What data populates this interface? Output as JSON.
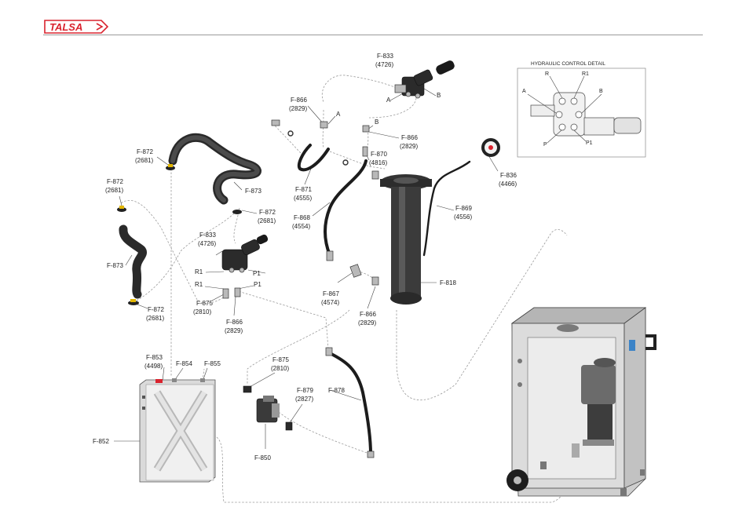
{
  "brand": {
    "logo_text": "TALSA"
  },
  "detail": {
    "title": "HYDRAULIC CONTROL DETAIL",
    "ports": {
      "r": "R",
      "r1": "R1",
      "a": "A",
      "b": "B",
      "p": "P",
      "p1": "P1"
    }
  },
  "labels": {
    "f833_top": {
      "code": "F-833",
      "sub": "(4726)"
    },
    "a_top": "A",
    "b_top": "B",
    "f866_a": {
      "code": "F-866",
      "sub": "(2829)"
    },
    "a_small": "A",
    "b_small": "B",
    "f866_b": {
      "code": "F-866",
      "sub": "(2829)"
    },
    "f870": {
      "code": "F-870",
      "sub": "(4816)"
    },
    "f871": {
      "code": "F-871",
      "sub": "(4555)"
    },
    "f836": {
      "code": "F-836",
      "sub": "(4466)"
    },
    "f872_a": {
      "code": "F-872",
      "sub": "(2681)"
    },
    "f873_a": "F-873",
    "f872_b": {
      "code": "F-872",
      "sub": "(2681)"
    },
    "f872_c": {
      "code": "F-872",
      "sub": "(2681)"
    },
    "f868": {
      "code": "F-868",
      "sub": "(4554)"
    },
    "f869": {
      "code": "F-869",
      "sub": "(4556)"
    },
    "f873_b": "F-873",
    "f833_mid": {
      "code": "F-833",
      "sub": "(4726)"
    },
    "r1_a": "R1",
    "p1_a": "P1",
    "r1_b": "R1",
    "p1_b": "P1",
    "f818": "F-818",
    "f875_a": {
      "code": "F-875",
      "sub": "(2810)"
    },
    "f866_c": {
      "code": "F-866",
      "sub": "(2829)"
    },
    "f867": {
      "code": "F-867",
      "sub": "(4574)"
    },
    "f866_d": {
      "code": "F-866",
      "sub": "(2829)"
    },
    "f872_d": {
      "code": "F-872",
      "sub": "(2681)"
    },
    "f853": {
      "code": "F-853",
      "sub": "(4498)"
    },
    "f854": "F-854",
    "f855": "F-855",
    "f875_b": {
      "code": "F-875",
      "sub": "(2810)"
    },
    "f879": {
      "code": "F-879",
      "sub": "(2827)"
    },
    "f878": "F-878",
    "f852": "F-852",
    "f850": "F-850"
  },
  "colors": {
    "brand_red": "#d9232e",
    "line_gray": "#9a9a9a",
    "part_dark": "#2b2b2b"
  }
}
